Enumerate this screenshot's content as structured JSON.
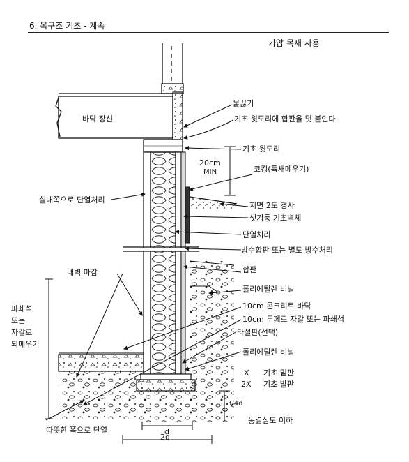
{
  "header": {
    "title": "6. 목구조 기초 - 계속",
    "subtitle": "가압 목재 사용"
  },
  "labels": {
    "floor_joist": "바닥 장선",
    "drip_cap": "물끊기",
    "plywood_over_sill": "기초 윗도리에 합판을 덧 붙인다.",
    "sill_plate": "기초 윗도리",
    "min_20cm": "20cm",
    "min_word": "MIN",
    "caulking": "코킹(틈새메우기)",
    "grade_slope": "지면 2도 경사",
    "foundation_wall": "샛기둥 기초벽체",
    "interior_insulation": "실내쪽으로 단열처리",
    "insulation": "단열처리",
    "waterproof": "방수합판 또는 별도 방수처리",
    "interior_finish": "내벽 마감",
    "plywood": "합판",
    "poly_1": "폴리에틸렌 비닐",
    "concrete_floor": "10cm 콘크리트 바닥",
    "gravel_10cm": "10cm 두께로 자갈 또는 파쇄석",
    "tar_board": "타설판(선택)",
    "poly_2": "폴리에틸렌 비닐",
    "footing_plate": "기초 밑판",
    "footing": "기초 발판",
    "backfill": [
      "파쇄석",
      "또는",
      "자갈로",
      "되메우기"
    ],
    "warm_side": "따뜻한 쪽으로 단열",
    "frost_depth": "동결심도 이하",
    "dim_x": "X",
    "dim_2x": "2X",
    "dim_d": "d",
    "dim_2d": "2d",
    "dim_3_4d": "3/4d"
  }
}
